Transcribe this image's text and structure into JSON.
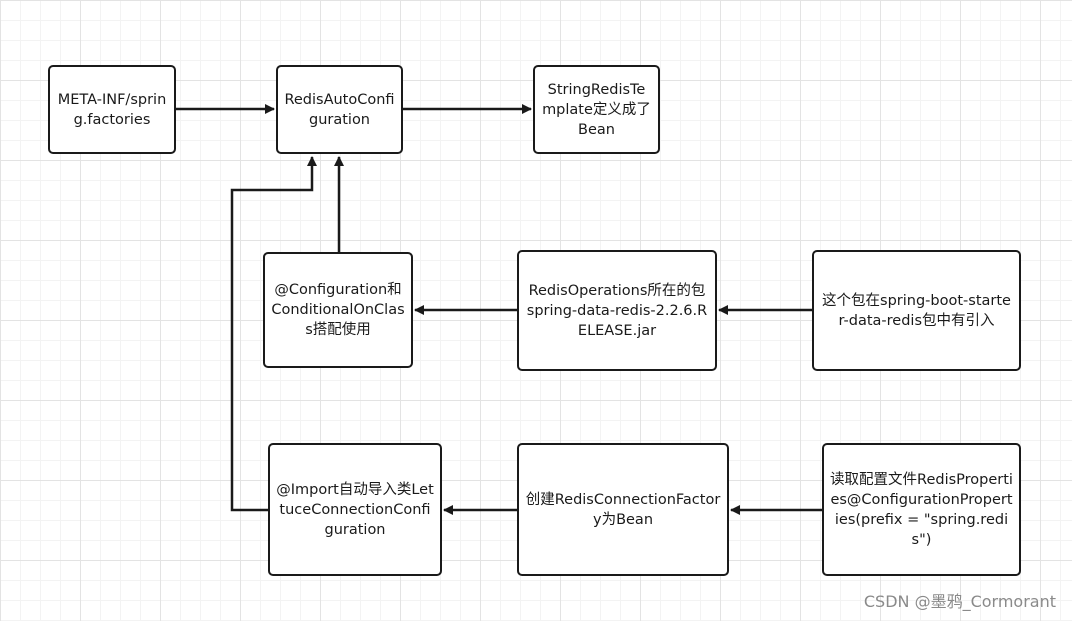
{
  "nodes": {
    "meta_inf": "META-INF/spring.factories",
    "redis_auto_config": "RedisAutoConfiguration",
    "string_redis_template": "StringRedisTemplate定义成了Bean",
    "configuration_conditional": "@Configuration和ConditionalOnClass搭配使用",
    "redis_operations_pkg": "RedisOperations所在的包spring-data-redis-2.2.6.RELEASE.jar",
    "starter_pkg": "这个包在spring-boot-starter-data-redis包中有引入",
    "import_lettuce": "@Import自动导入类LettuceConnectionConfiguration",
    "create_factory": "创建RedisConnectionFactory为Bean",
    "read_config": "读取配置文件RedisProperties@ConfigurationProperties(prefix = \"spring.redis\")"
  },
  "watermark": "CSDN @墨鸦_Cormorant",
  "colors": {
    "stroke": "#1a1a1a",
    "grid": "#e3e3e3",
    "watermark": "#8a8a8a"
  }
}
